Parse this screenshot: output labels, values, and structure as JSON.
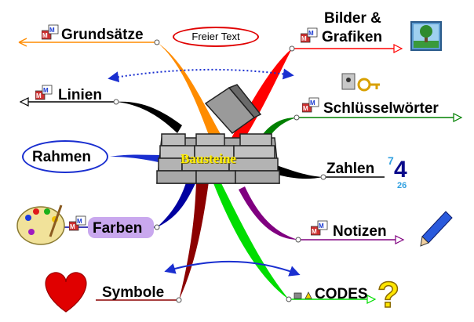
{
  "center": {
    "label": "Bausteine"
  },
  "topics": {
    "grundsaetze": "Grundsätze",
    "linien": "Linien",
    "rahmen": "Rahmen",
    "farben": "Farben",
    "symbole": "Symbole",
    "bilder_1": "Bilder &",
    "bilder_2": "Grafiken",
    "schluessel": "Schlüsselwörter",
    "zahlen": "Zahlen",
    "notizen": "Notizen",
    "codes": "CODES"
  },
  "floating": {
    "freier_text": "Freier Text"
  },
  "icons": {
    "mm": "mindmanager-icon",
    "picture": "landscape-picture-icon",
    "key": "key-icon",
    "numbers": "numbers-icon",
    "pencil": "pencil-icon",
    "question": "question-mark-icon",
    "heart": "heart-icon",
    "palette": "palette-icon"
  },
  "colors": {
    "grundsaetze": "#ff8c00",
    "linien": "#000000",
    "rahmen": "#1a2fd0",
    "farben": "#0000a0",
    "symbole": "#8b0000",
    "bilder": "#ff0000",
    "schluessel": "#008000",
    "zahlen": "#000000",
    "notizen": "#800080",
    "codes": "#00dd00",
    "arrow": "#1a2fd0"
  }
}
